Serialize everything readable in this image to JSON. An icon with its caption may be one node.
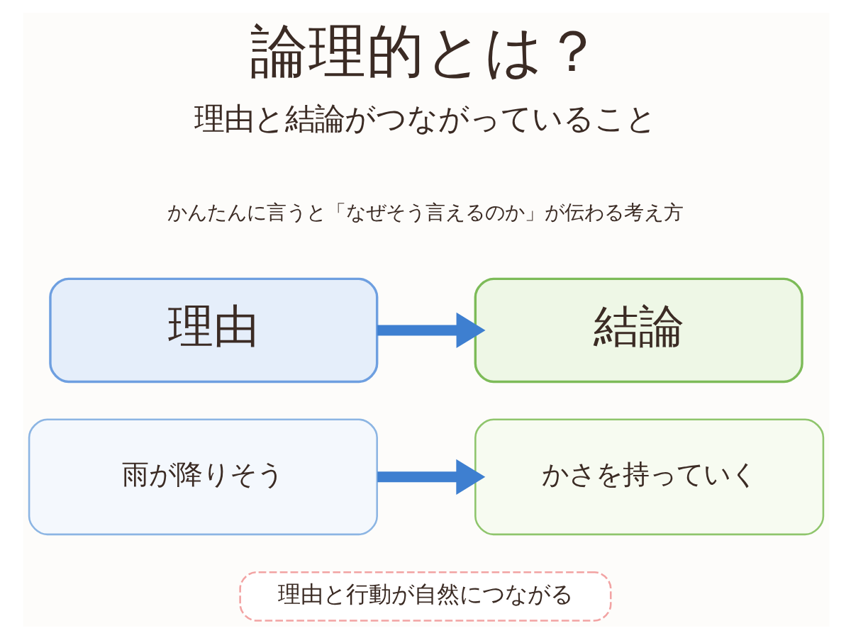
{
  "diagram": {
    "title": "論理的とは？",
    "nodes": [
      {
        "text": [
          "理由"
        ]
      },
      {
        "text": [
          "結論"
        ]
      },
      {
        "text": [
          "雨が降りそう"
        ]
      },
      {
        "text": [
          "かさを持っていく"
        ]
      },
      {
        "text": [
          "理由と行動が自然につながる"
        ]
      }
    ],
    "edges": [
      {
        "from": 0,
        "to": 1,
        "arrow": "to"
      },
      {
        "from": 2,
        "to": 3,
        "arrow": "to"
      }
    ],
    "labels": [
      "理由と結論がつながっていること",
      "かんたんに言うと「なぜそう言えるのか」が伝わる考え方"
    ]
  }
}
